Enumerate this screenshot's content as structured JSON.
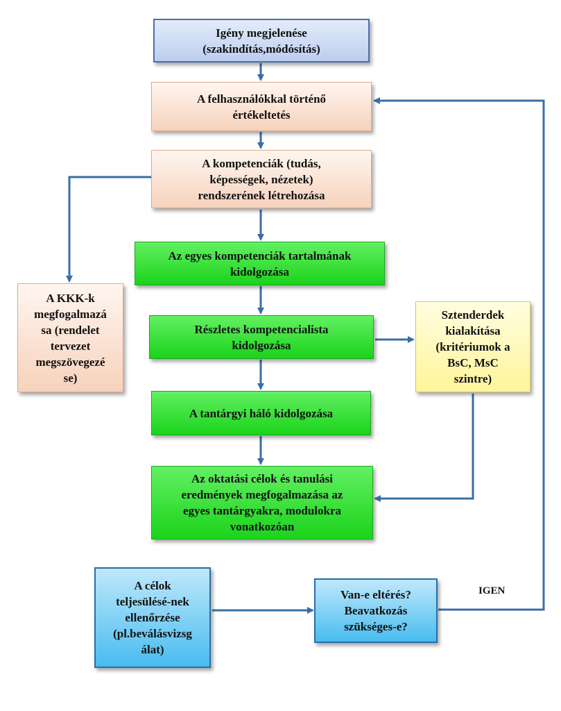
{
  "nodes": {
    "n1": "Igény megjelenése\n(szakindítás,módósítás)",
    "n2": "A felhasználókkal történő\nértékeltetés",
    "n3": "A kompetenciák (tudás,\nképességek, nézetek)\nrendszerének létrehozása",
    "n4": "Az egyes kompetenciák tartalmának\nkidolgozása",
    "n5": "Részletes kompetencialista\nkidolgozása",
    "n6": "A tantárgyi háló kidolgozása",
    "n7": "Az oktatási célok és tanulási\neredmények megfogalmazása az\negyes tantárgyakra, modulokra\nvonatkozóan",
    "kkk": "A KKK-k\nmegfogalmazá\nsa (rendelet\ntervezet\nmegszövegezé\nse)",
    "std": "Sztenderdek\nkialakítása\n(kritériumok a\nBsC, MsC\nszintre)",
    "check": "A célok\nteljesülésé-nek\nellenőrzése\n(pl.beválásvizsg\nálat)",
    "decision": "Van-e eltérés?\nBeavatkozás\nszükséges-e?"
  },
  "edge_labels": {
    "igen": "IGEN"
  },
  "colors": {
    "arrow": "#3a6ea5"
  }
}
